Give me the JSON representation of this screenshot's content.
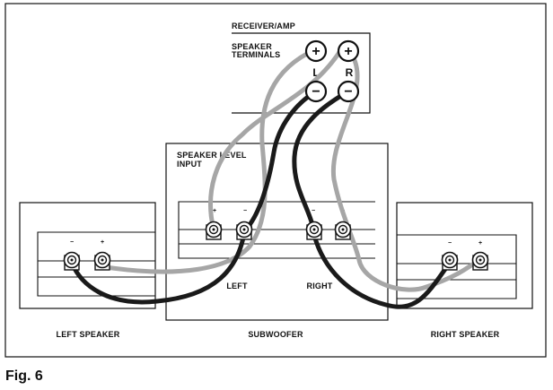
{
  "receiver": {
    "title": "RECEIVER/AMP",
    "terminals_line1": "SPEAKER",
    "terminals_line2": "TERMINALS",
    "left_channel": "L",
    "right_channel": "R",
    "plus_symbol": "+",
    "minus_symbol": "−"
  },
  "subwoofer": {
    "input_line1": "SPEAKER LEVEL",
    "input_line2": "INPUT",
    "left_label": "LEFT",
    "right_label": "RIGHT",
    "name": "SUBWOOFER"
  },
  "left_speaker": {
    "name": "LEFT SPEAKER"
  },
  "right_speaker": {
    "name": "RIGHT SPEAKER"
  },
  "post_labels": {
    "plus": "+",
    "minus": "−"
  },
  "figure_caption": "Fig. 6",
  "colors": {
    "outline": "#111111",
    "negative_wire": "#1a1a1a",
    "positive_wire": "#a6a6a6",
    "background": "#ffffff"
  }
}
